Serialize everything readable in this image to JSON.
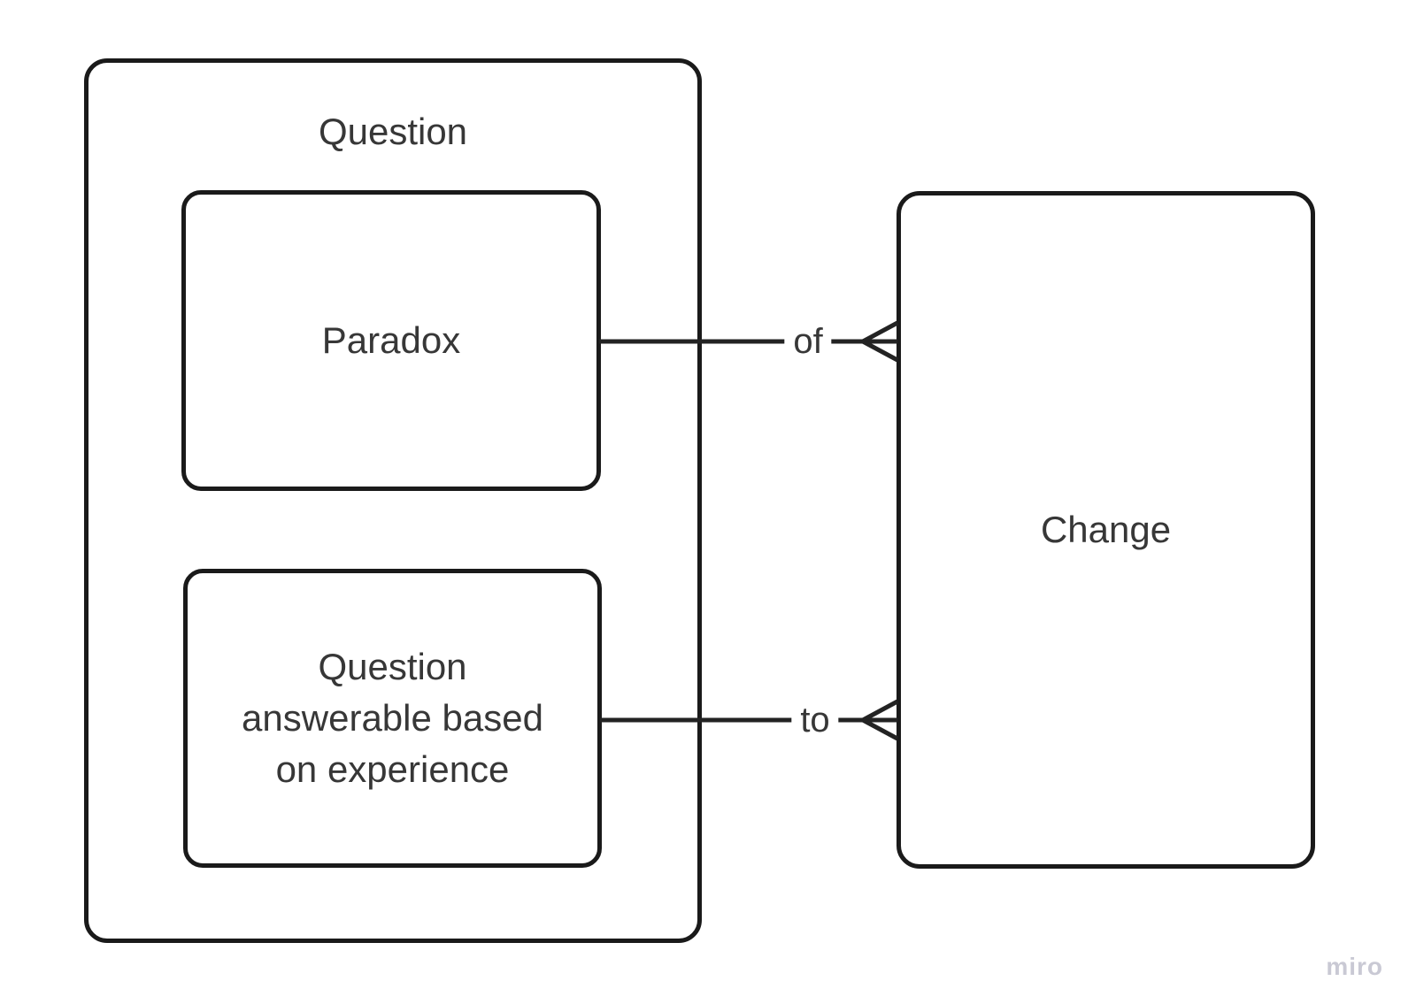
{
  "diagram": {
    "outer_box": {
      "label": "Question"
    },
    "paradox_box": {
      "label": "Paradox"
    },
    "experience_box": {
      "label": "Question answerable based on experience"
    },
    "change_box": {
      "label": "Change"
    },
    "connectors": [
      {
        "label": "of",
        "from": "Paradox",
        "to": "Change",
        "terminator": "crow-foot"
      },
      {
        "label": "to",
        "from": "Question answerable based on experience",
        "to": "Change",
        "terminator": "crow-foot"
      }
    ],
    "colors": {
      "line": "#1a1a1a",
      "text": "#373737",
      "background": "#ffffff",
      "watermark": "#c9c9d4"
    },
    "watermark": "miro"
  }
}
